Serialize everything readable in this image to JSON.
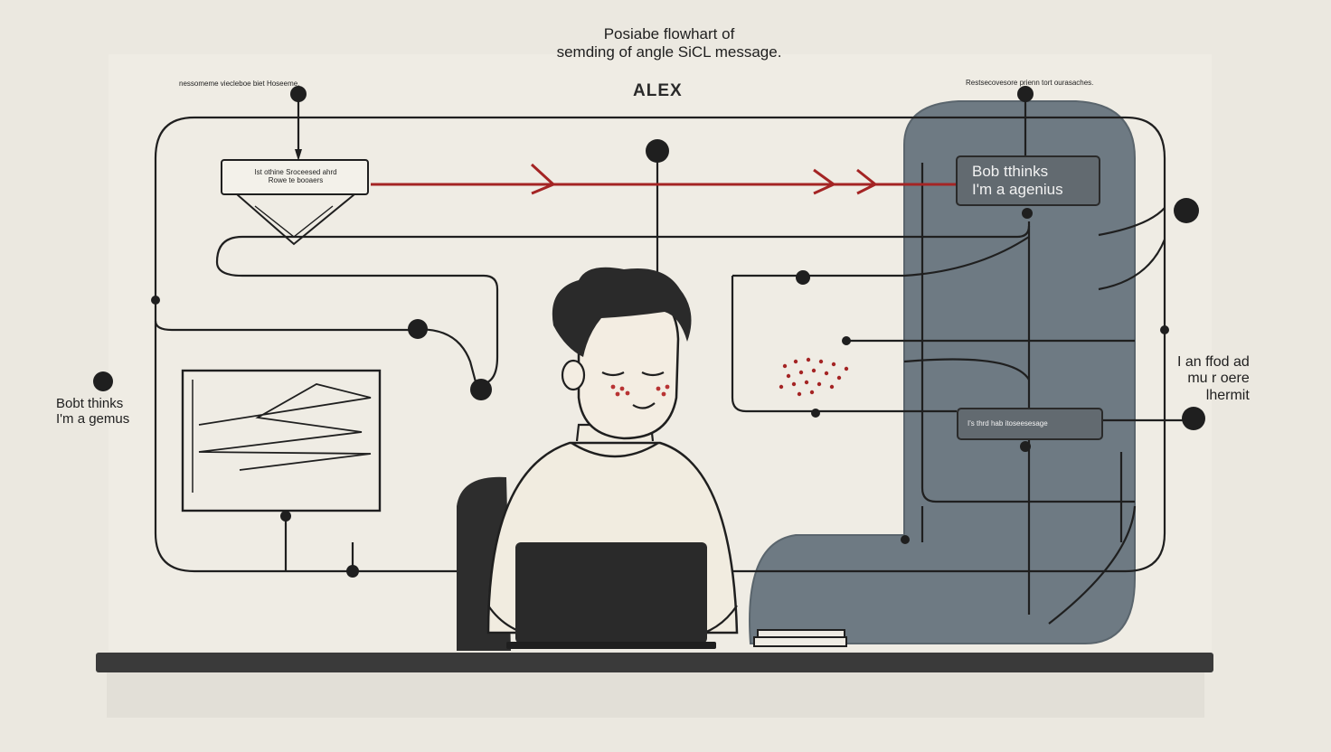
{
  "title": {
    "line1": "Posiabe flowhart of",
    "line2": "semding of angle SiCL message."
  },
  "person_label": "ALEX",
  "captions": {
    "top_left": "nessomeme viecleboe biet Hoseeme.",
    "top_right": "Restsecovesore prienn tort ourasaches."
  },
  "left_box": {
    "line1": "Ist othine Sroceesed ahrd",
    "line2": "Rowe te booaers"
  },
  "bubble_top": {
    "line1": "Bob tthinks",
    "line2": "I'm a agenius"
  },
  "bubble_mid": "I's thrd hab itoseesesage",
  "left_side": {
    "line1": "Bobt thinks",
    "line2": "I'm a gemus"
  },
  "right_side": {
    "line1": "I an ffod ad",
    "line2": "mu r oere",
    "line3": "lhermit"
  },
  "colors": {
    "background": "#ebe8e0",
    "line": "#1f1f1f",
    "accent_red": "#a42424",
    "panel_blue": "#6e7a83",
    "desk": "#3a3a3a"
  }
}
